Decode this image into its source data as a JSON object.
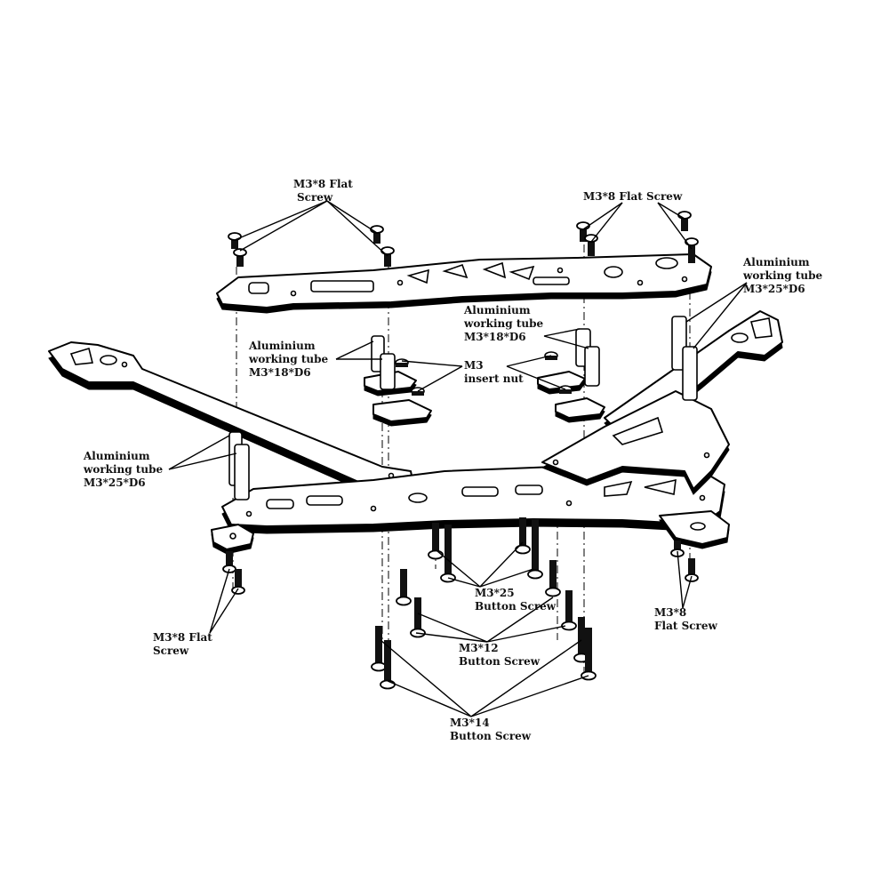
{
  "labels": {
    "flat_screw_top_left": [
      "M3*8 Flat",
      "Screw"
    ],
    "flat_screw_top_right": [
      "M3*8 Flat Screw"
    ],
    "alu_tube_right": [
      "Aluminium",
      "working tube",
      "M3*25*D6"
    ],
    "alu_tube_center": [
      "Aluminium",
      "working tube",
      "M3*18*D6"
    ],
    "alu_tube_left_upper": [
      "Aluminium",
      "working tube",
      "M3*18*D6"
    ],
    "insert_nut": [
      "M3",
      "insert nut"
    ],
    "alu_tube_left_lower": [
      "Aluminium",
      "working tube",
      "M3*25*D6"
    ],
    "button_screw_25": [
      "M3*25",
      "Button Screw"
    ],
    "flat_screw_bottom_right": [
      "M3*8",
      "Flat Screw"
    ],
    "flat_screw_bottom_left": [
      "M3*8 Flat",
      "Screw"
    ],
    "button_screw_12": [
      "M3*12",
      "Button Screw"
    ],
    "button_screw_14": [
      "M3*14",
      "Button Screw"
    ]
  }
}
